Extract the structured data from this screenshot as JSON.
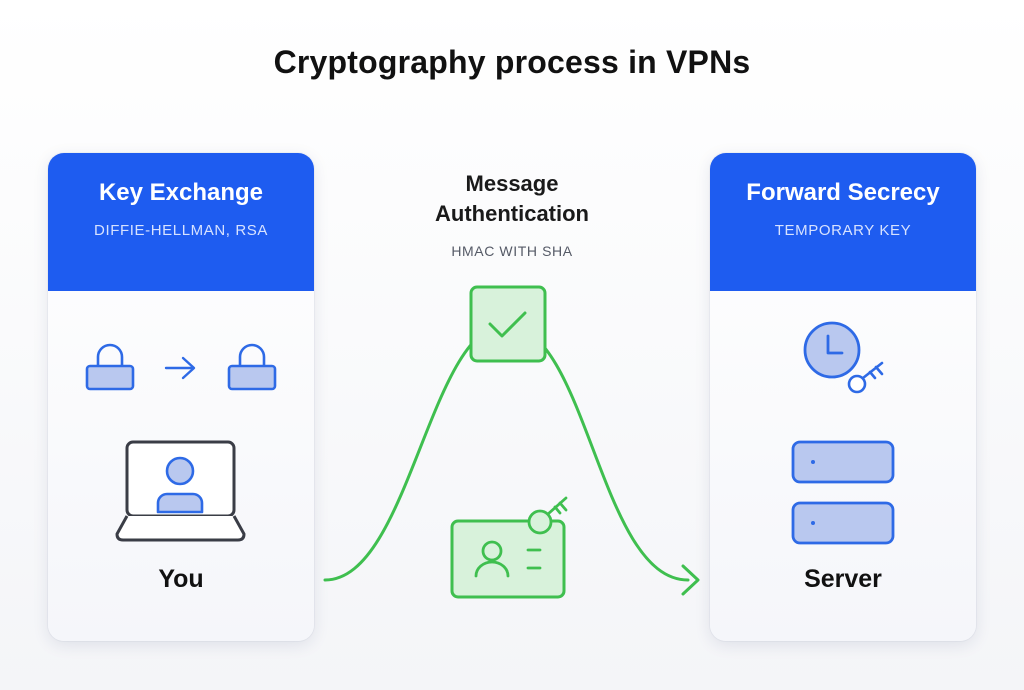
{
  "title": "Cryptography process in VPNs",
  "key_exchange": {
    "title": "Key Exchange",
    "subtitle": "DIFFIE-HELLMAN, RSA",
    "label": "You"
  },
  "message_authentication": {
    "title": "Message Authentication",
    "subtitle": "HMAC WITH SHA"
  },
  "forward_secrecy": {
    "title": "Forward Secrecy",
    "subtitle": "TEMPORARY KEY",
    "label": "Server"
  },
  "colors": {
    "card_header": "#1e5cf0",
    "icon_stroke": "#2e6ae6",
    "icon_fill": "#b9c8ef",
    "flow_green": "#3fbf4f",
    "green_fill": "#d8f2db",
    "laptop_stroke": "#3a3d46"
  },
  "icons": [
    "padlock-icon",
    "arrow-right-icon",
    "padlock-icon",
    "laptop-user-icon",
    "check-badge-icon",
    "id-card-key-icon",
    "clock-icon",
    "key-icon",
    "server-icon"
  ]
}
